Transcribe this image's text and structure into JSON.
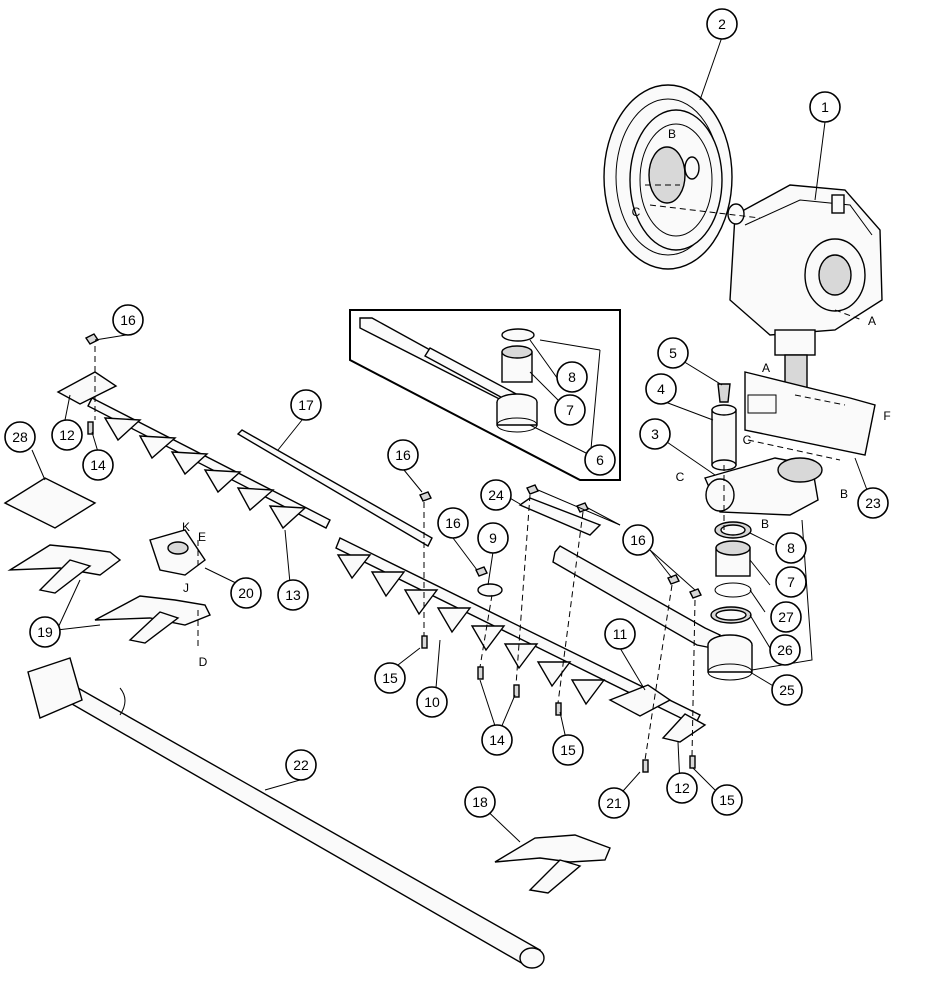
{
  "callouts": [
    "1",
    "2",
    "3",
    "4",
    "5",
    "6",
    "7",
    "8",
    "9",
    "10",
    "11",
    "12",
    "13",
    "14",
    "15",
    "16",
    "17",
    "18",
    "19",
    "20",
    "21",
    "22",
    "23",
    "24",
    "25",
    "26",
    "27",
    "28"
  ],
  "letters": {
    "A": "A",
    "B": "B",
    "C": "C",
    "D": "D",
    "E": "E",
    "F": "F",
    "J": "J",
    "K": "K"
  }
}
